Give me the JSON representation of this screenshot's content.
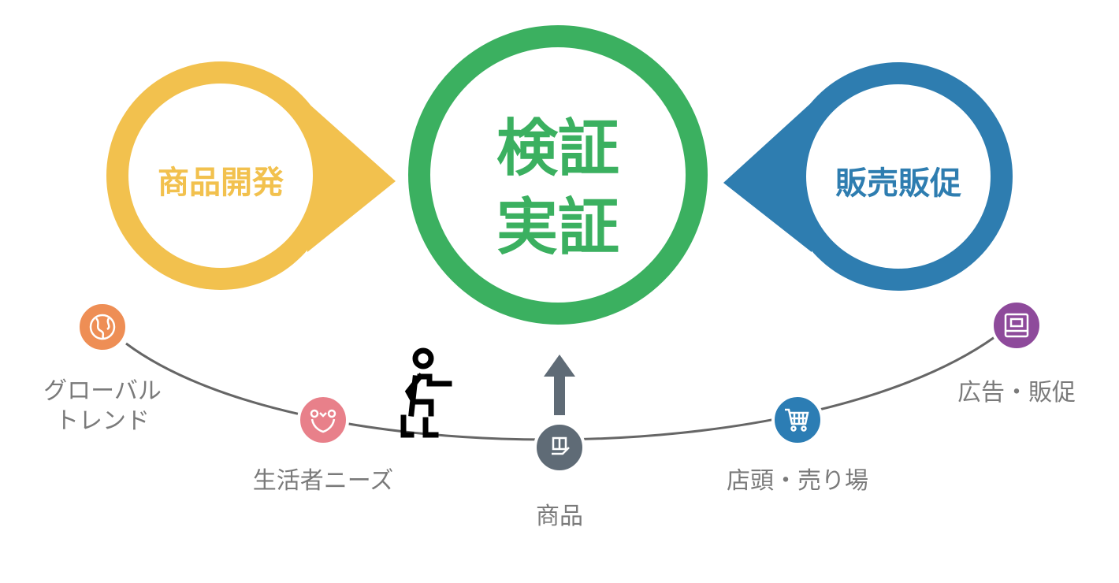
{
  "circles": {
    "left": {
      "label": "商品開発",
      "color": "#F2C14E"
    },
    "center": {
      "line1": "検証",
      "line2": "実証",
      "color": "#3BB060"
    },
    "right": {
      "label": "販売販促",
      "color": "#2E7DB0"
    }
  },
  "nodes": [
    {
      "label_line1": "グローバル",
      "label_line2": "トレンド",
      "icon": "globe-icon",
      "color": "#EE8E55"
    },
    {
      "label": "生活者ニーズ",
      "icon": "people-heart-icon",
      "color": "#E8808A"
    },
    {
      "label": "商品",
      "icon": "gift-hand-icon",
      "color": "#5F6B76"
    },
    {
      "label": "店頭・売り場",
      "icon": "shopping-cart-icon",
      "color": "#2C7DB4"
    },
    {
      "label": "広告・販促",
      "icon": "signage-icon",
      "color": "#8E4A9B"
    }
  ]
}
